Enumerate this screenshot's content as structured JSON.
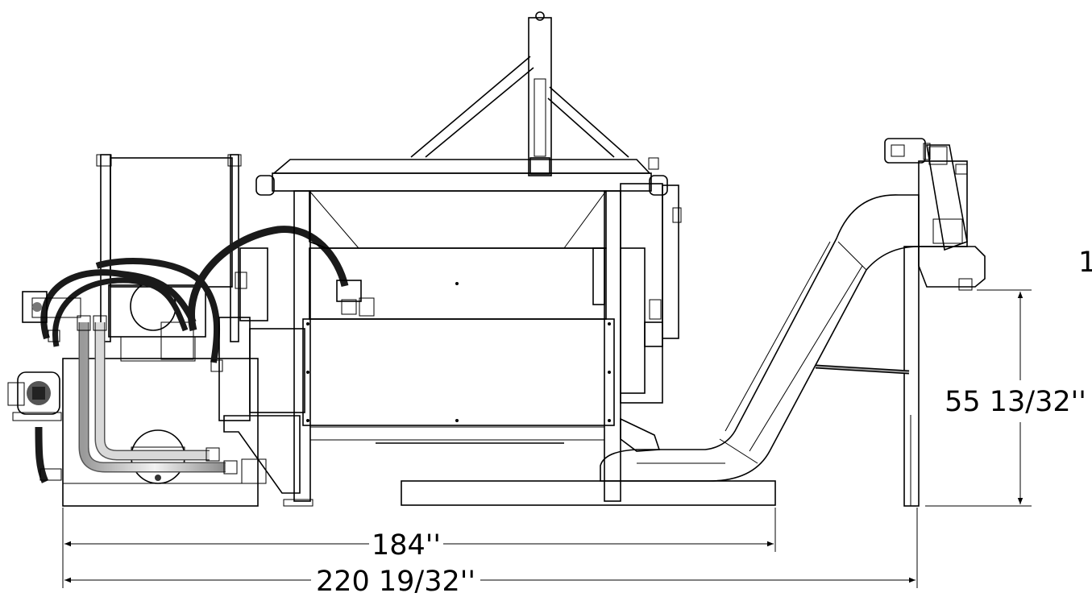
{
  "dimensions": {
    "length_inner": "184''",
    "length_overall": "220 19/32''",
    "height_discharge": "55 13/32''",
    "cut_off_label": "1"
  },
  "colors": {
    "bin_blue": "#2f9fe0",
    "panel_cyan": "#5ff0f8",
    "conveyor_blue": "#3aa8f0",
    "motor_green": "#1d6b55",
    "guard_yellow": "#f2e300",
    "frame_white": "#ffffff",
    "tank_cream": "#f6f5ee",
    "radiator_black": "#111111",
    "hose_black": "#1a1a1a",
    "fitting_yellow": "#f0c020"
  }
}
